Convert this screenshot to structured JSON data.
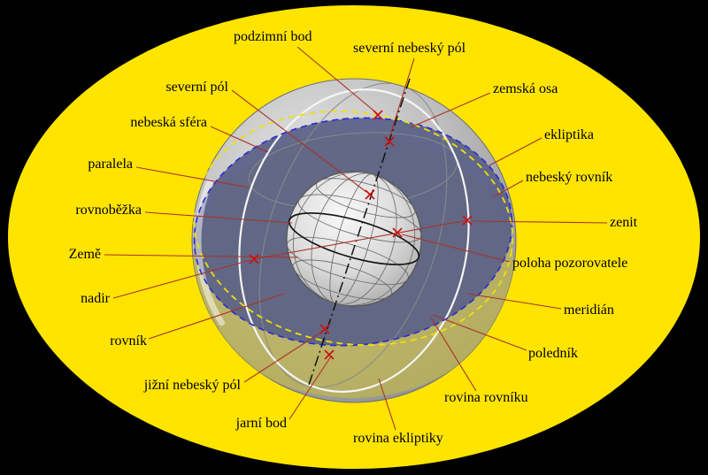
{
  "figure": {
    "description": "Diagram nebeské sféry (celestial sphere diagram with Czech labels)"
  },
  "colors": {
    "background": "#000000",
    "backdrop_ellipse": "#FFE400",
    "celestial_sphere_gray": "#B5B5B5",
    "earth_gray": "#D9D9D9",
    "equator_plane_fill": "#5A6186",
    "ecliptic_plane_fill": "#BDB450",
    "celestial_equator_dash": "#2A2AD0",
    "ecliptic_dash": "#EDE10A",
    "meridian_circle": "#F6F6F6",
    "pointer_line": "#A93226",
    "marker_cross": "#CC1111",
    "label_text": "#000000"
  },
  "labels": [
    {
      "id": "podzimni-bod",
      "text": "podzimní bod"
    },
    {
      "id": "severni-nebesky-pol",
      "text": "severní nebeský pól"
    },
    {
      "id": "severni-pol",
      "text": "severní pól"
    },
    {
      "id": "zemska-osa",
      "text": "zemská osa"
    },
    {
      "id": "nebeska-sfera",
      "text": "nebeská sféra"
    },
    {
      "id": "ekliptika",
      "text": "ekliptika"
    },
    {
      "id": "paralela",
      "text": "paralela"
    },
    {
      "id": "nebesky-rovnik",
      "text": "nebeský rovník"
    },
    {
      "id": "rovnobezka",
      "text": "rovnoběžka"
    },
    {
      "id": "zenit",
      "text": "zenit"
    },
    {
      "id": "zeme",
      "text": "Země"
    },
    {
      "id": "poloha-pozorovatele",
      "text": "poloha pozorovatele"
    },
    {
      "id": "nadir",
      "text": "nadir"
    },
    {
      "id": "meridian",
      "text": "meridián"
    },
    {
      "id": "rovnik",
      "text": "rovník"
    },
    {
      "id": "polednik",
      "text": "poledník"
    },
    {
      "id": "jizni-nebesky-pol",
      "text": "jižní nebeský pól"
    },
    {
      "id": "rovina-rovniku",
      "text": "rovina rovníku"
    },
    {
      "id": "jarni-bod",
      "text": "jarní bod"
    },
    {
      "id": "rovina-ekliptiky",
      "text": "rovina ekliptiky"
    }
  ]
}
